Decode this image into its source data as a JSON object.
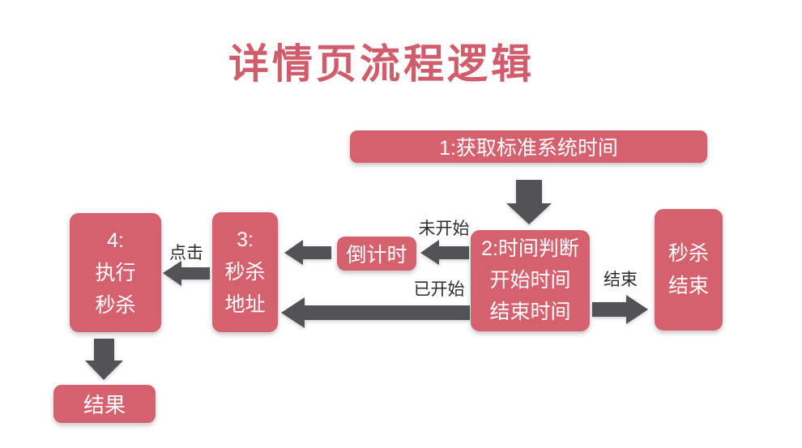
{
  "title": "详情页流程逻辑",
  "colors": {
    "box_fill": "#d5616f",
    "title_text": "#d15c6b",
    "arrow_fill": "#535356",
    "edge_label_text": "#2d2d2d",
    "box_text": "#ffffff",
    "background": "#ffffff"
  },
  "nodes": {
    "step1": {
      "label": "1:获取标准系统时间"
    },
    "step2": {
      "lines": [
        "2:时间判断",
        "开始时间",
        "结束时间"
      ]
    },
    "countdown": {
      "label": "倒计时"
    },
    "step3": {
      "lines": [
        "3:",
        "秒杀",
        "地址"
      ]
    },
    "step4": {
      "lines": [
        "4:",
        "执行",
        "秒杀"
      ]
    },
    "result": {
      "label": "结果"
    },
    "seckill_end": {
      "lines": [
        "秒杀",
        "结束"
      ]
    }
  },
  "edge_labels": {
    "not_started": "未开始",
    "started": "已开始",
    "click": "点击",
    "end": "结束"
  }
}
